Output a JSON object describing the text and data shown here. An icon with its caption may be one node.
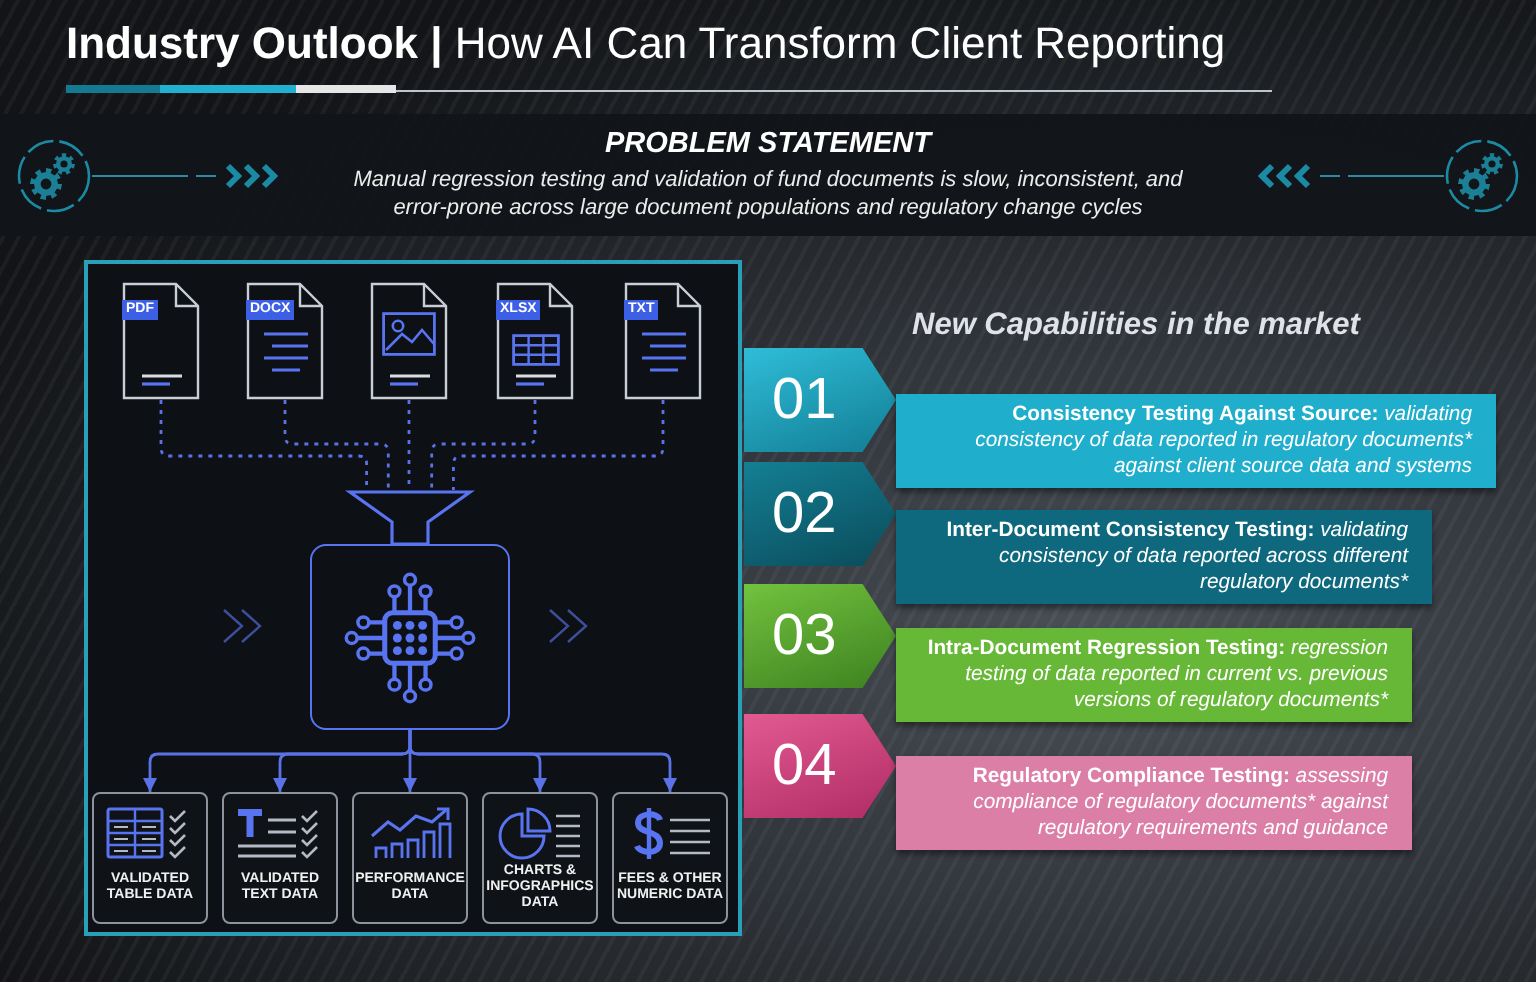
{
  "diagram": {
    "title": "**Industry Outlook |** How AI Can Transform Client Reporting",
    "nodes": [
      {
        "text": [
          "PROBLEM STATEMENT",
          "Manual regression testing and validation of fund documents is slow, inconsistent, and error-prone across large document populations and regulatory change cycles"
        ]
      },
      {
        "text": [],
        "shape": "box"
      },
      {
        "text": [
          "PDF"
        ],
        "in": 1
      },
      {
        "text": [
          "DOCX"
        ],
        "in": 1
      },
      {
        "text": [],
        "shape": "picture",
        "in": 1
      },
      {
        "text": [
          "XLSX"
        ],
        "in": 1
      },
      {
        "text": [
          "TXT"
        ],
        "in": 1
      },
      {
        "text": [],
        "shape": "funnel",
        "in": 1
      },
      {
        "text": [],
        "shape": "box",
        "in": 1
      },
      {
        "text": [
          "VALIDATED TABLE DATA"
        ],
        "in": 1
      },
      {
        "text": [
          "VALIDATED TEXT DATA"
        ],
        "in": 1
      },
      {
        "text": [
          "PERFORMANCE DATA"
        ],
        "in": 1
      },
      {
        "text": [
          "CHARTS & INFOGRAPHICS DATA"
        ],
        "in": 1
      },
      {
        "text": [
          "FEES & OTHER NUMERIC DATA"
        ],
        "in": 1
      },
      {
        "text": [
          "01"
        ]
      },
      {
        "text": [
          "**Consistency Testing Against Source:** validating consistency of data reported in regulatory documents* against client source data and systems"
        ]
      },
      {
        "text": [
          "02"
        ]
      },
      {
        "text": [
          "**Inter-Document Consistency Testing:** validating consistency of data reported across different regulatory documents*"
        ]
      },
      {
        "text": [
          "03"
        ]
      },
      {
        "text": [
          "**Intra-Document Regression Testing:** regression testing of data reported in current vs. previous versions of regulatory documents*"
        ]
      },
      {
        "text": [
          "04"
        ]
      },
      {
        "text": [
          "**Regulatory Compliance Testing:** assessing compliance of regulatory documents* against regulatory requirements and guidance"
        ]
      }
    ],
    "edges": [
      {
        "from": 2,
        "to": 7,
        "arrow": "none",
        "style": "dashed"
      },
      {
        "from": 3,
        "to": 7,
        "arrow": "none",
        "style": "dashed"
      },
      {
        "from": 4,
        "to": 7,
        "arrow": "none",
        "style": "dashed"
      },
      {
        "from": 5,
        "to": 7,
        "arrow": "none",
        "style": "dashed"
      },
      {
        "from": 6,
        "to": 7,
        "arrow": "none",
        "style": "dashed"
      },
      {
        "from": 8,
        "to": 9,
        "arrow": "to"
      },
      {
        "from": 8,
        "to": 10,
        "arrow": "to"
      },
      {
        "from": 8,
        "to": 11,
        "arrow": "to"
      },
      {
        "from": 8,
        "to": 12,
        "arrow": "to"
      },
      {
        "from": 8,
        "to": 13,
        "arrow": "to"
      }
    ],
    "labels": [
      "New Capabilities in the market"
    ]
  }
}
